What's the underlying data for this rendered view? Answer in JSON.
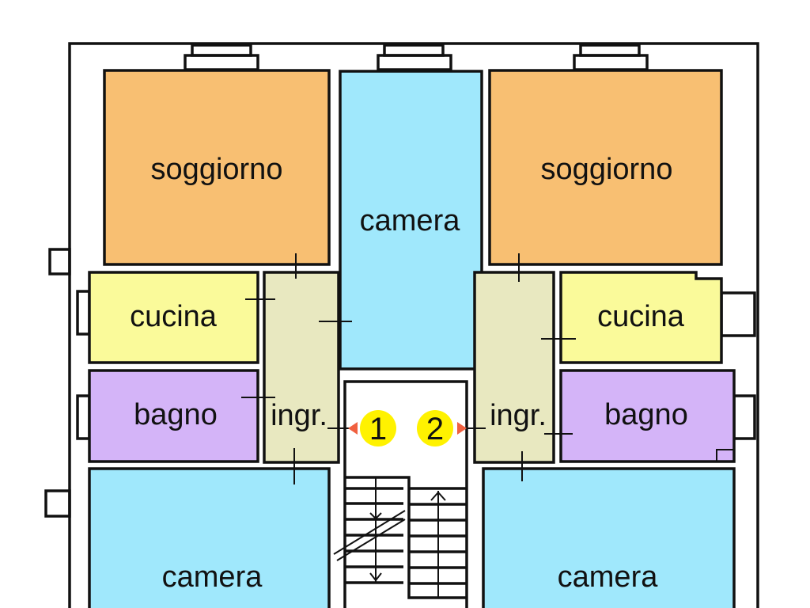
{
  "colors": {
    "soggiorno": "#f8bf72",
    "camera": "#a0e8fc",
    "cucina": "#fafa9a",
    "bagno": "#d4b4f8",
    "ingresso": "#e8e8c0",
    "marker": "#fff200",
    "arrow": "#f06040"
  },
  "rooms": {
    "soggiorno_left": "soggiorno",
    "camera_center": "camera",
    "soggiorno_right": "soggiorno",
    "cucina_left": "cucina",
    "cucina_right": "cucina",
    "bagno_left": "bagno",
    "bagno_right": "bagno",
    "ingresso_left": "ingr.",
    "ingresso_right": "ingr.",
    "camera_bottom_left": "camera",
    "camera_bottom_right": "camera"
  },
  "markers": [
    "1",
    "2"
  ]
}
